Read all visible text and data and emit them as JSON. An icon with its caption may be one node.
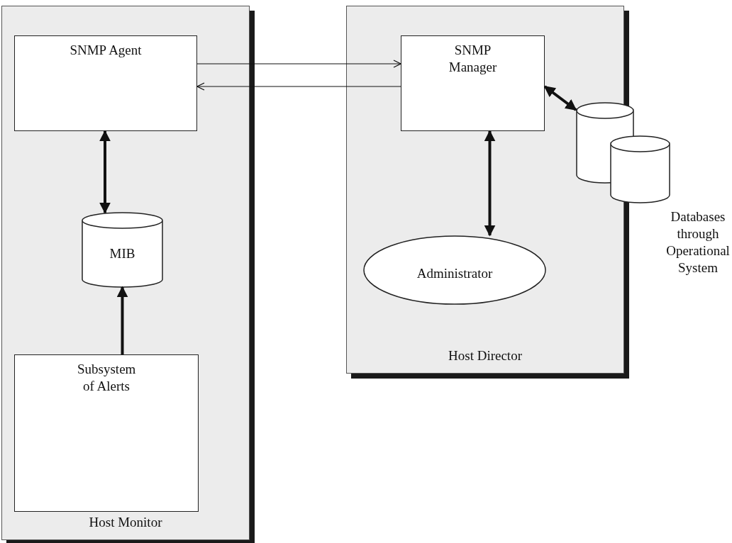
{
  "diagram": {
    "nodes": [
      {
        "text": [
          "Host Monitor"
        ]
      },
      {
        "text": [
          "SNMP Agent"
        ],
        "in": 0
      },
      {
        "text": [
          "MIB"
        ],
        "in": 0
      },
      {
        "text": [
          "Subsystem of Alerts"
        ],
        "in": 0
      },
      {
        "text": [
          "Host Director"
        ]
      },
      {
        "text": [
          "SNMP Manager"
        ],
        "in": 4
      },
      {
        "text": [
          "Administrator"
        ],
        "in": 4
      },
      {
        "text": [],
        "shape": "cylinder"
      },
      {
        "text": [],
        "shape": "cylinder",
        "beside": [
          "Databases through Operational System"
        ]
      }
    ],
    "edges": [
      {
        "from": 1,
        "to": 5,
        "arrow": "to"
      },
      {
        "from": 5,
        "to": 1,
        "arrow": "to"
      },
      {
        "from": 1,
        "to": 2,
        "arrow": "both"
      },
      {
        "from": 3,
        "to": 2,
        "arrow": "to"
      },
      {
        "from": 5,
        "to": 6,
        "arrow": "both"
      },
      {
        "from": 5,
        "to": 7,
        "arrow": "both"
      }
    ]
  }
}
